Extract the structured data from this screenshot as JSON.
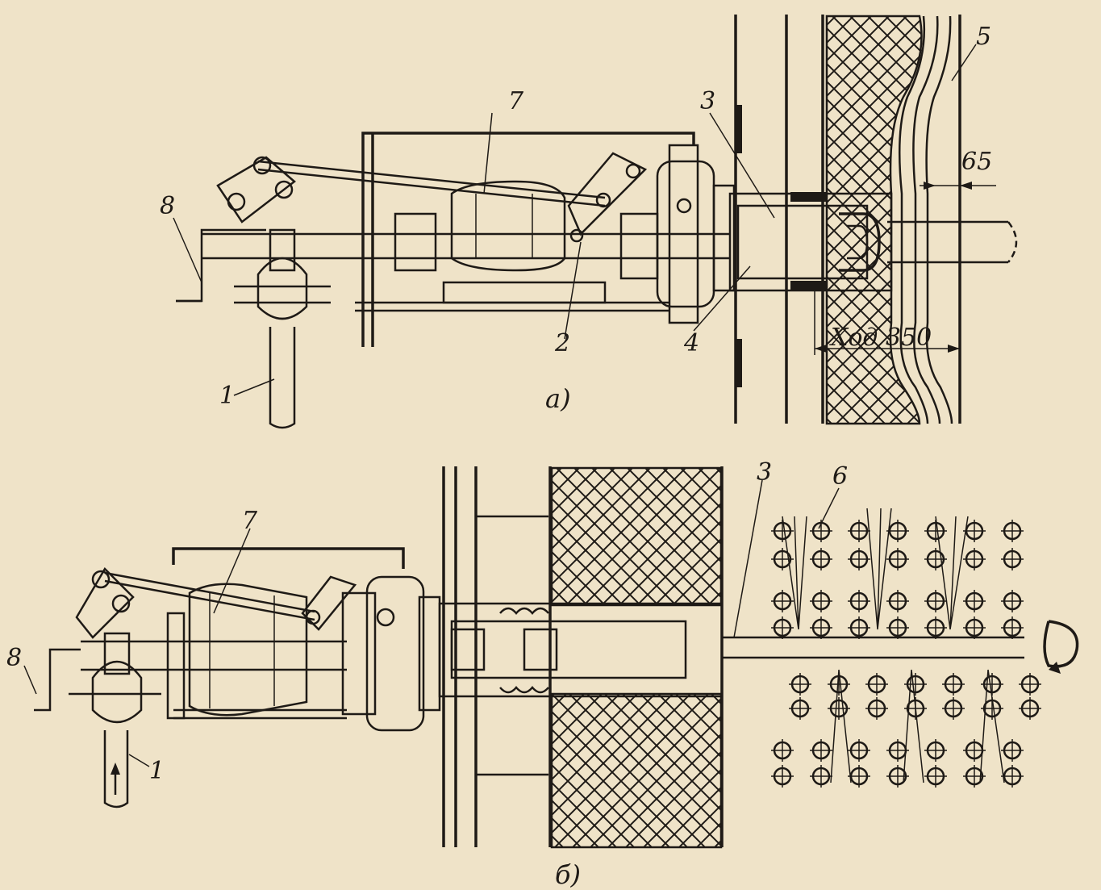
{
  "figure_a": {
    "caption": "а)",
    "labels": {
      "l1": "1",
      "l2": "2",
      "l3": "3",
      "l4": "4",
      "l5": "5",
      "l7": "7",
      "l8": "8"
    },
    "dim_65": "65",
    "dim_stroke": "Ход 350"
  },
  "figure_b": {
    "caption": "б)",
    "labels": {
      "l1": "1",
      "l3": "3",
      "l6": "6",
      "l7": "7",
      "l8": "8"
    }
  },
  "colors": {
    "paper": "#efe3c8",
    "ink": "#1e1a16"
  }
}
